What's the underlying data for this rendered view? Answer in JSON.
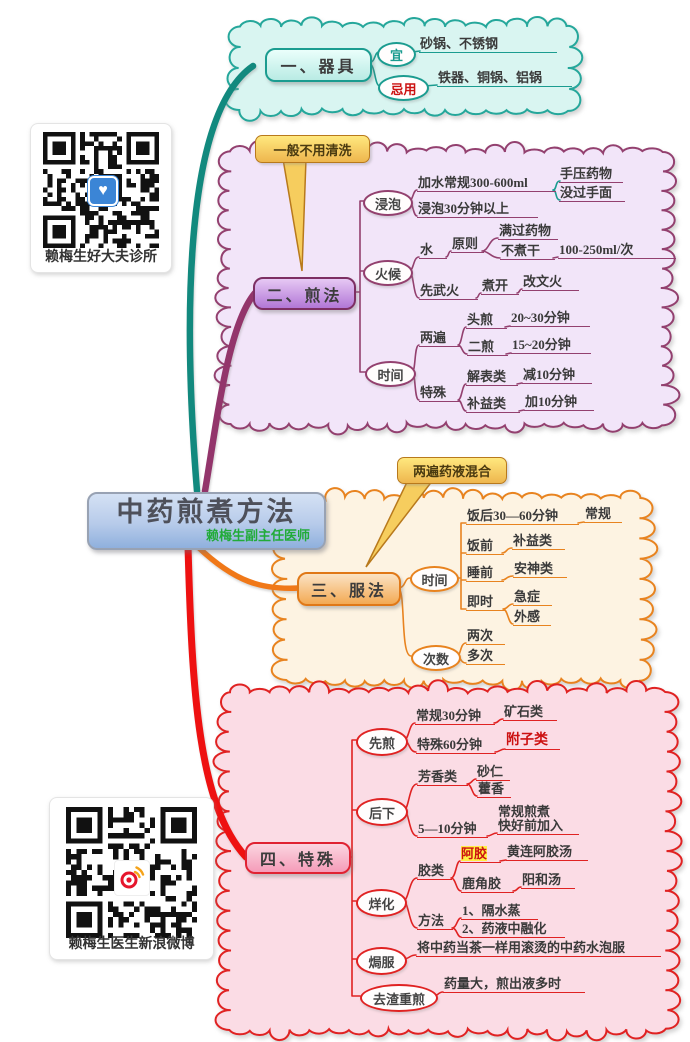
{
  "colors": {
    "branch1_teal": "#1b9c90",
    "branch2_plum": "#93406f",
    "branch3_orange": "#e8831f",
    "branch4_red": "#e02222",
    "callout_yellow": "#f6cd5e",
    "center_blue": "#a9c4e6",
    "subtitle_green": "#21ab39",
    "highlight_red": "#cc1111",
    "highlight_yellow": "#ffef45"
  },
  "center": {
    "title": "中药煎煮方法",
    "subtitle": "赖梅生副主任医师"
  },
  "qr": {
    "top_label": "赖梅生好大夫诊所",
    "top_icon": "haodf-heart-icon",
    "bottom_label": "赖梅生医生新浪微博",
    "bottom_icon": "weibo-icon"
  },
  "callouts": {
    "no_wash": "一般不用清洗",
    "mix": "两遍药液混合"
  },
  "b1": {
    "title": "一、器具",
    "suit": "宜",
    "suit_items": "砂锅、不锈钢",
    "avoid": "忌用",
    "avoid_items": "铁器、铜锅、铝锅"
  },
  "b2": {
    "title": "二、煎法",
    "soak": "浸泡",
    "soak_water": "加水常规300-600ml",
    "press": "手压药物",
    "cover_hand": "没过手面",
    "soak_time": "浸泡30分钟以上",
    "fire": "火候",
    "water": "水",
    "principle": "原则",
    "cover_med": "满过药物",
    "no_dry": "不煮干",
    "per_dose": "100-250ml/次",
    "strong_first": "先武火",
    "boil": "煮开",
    "then_gentle": "改文火",
    "time": "时间",
    "twice": "两遍",
    "first_decoct": "头煎",
    "first_time": "20~30分钟",
    "second_decoct": "二煎",
    "second_time": "15~20分钟",
    "special": "特殊",
    "relieve": "解表类",
    "minus10": "减10分钟",
    "tonic": "补益类",
    "plus10": "加10分钟"
  },
  "b3": {
    "title": "三、服法",
    "time": "时间",
    "after_meal": "饭后30—60分钟",
    "regular": "常规",
    "before_meal": "饭前",
    "tonic": "补益类",
    "bedtime": "睡前",
    "sedative": "安神类",
    "immediate": "即时",
    "acute": "急症",
    "exogenous": "外感",
    "count": "次数",
    "twice": "两次",
    "multi": "多次"
  },
  "b4": {
    "title": "四、特殊",
    "pre_decoct": "先煎",
    "regular30": "常规30分钟",
    "minerals": "矿石类",
    "special60": "特殊60分钟",
    "aconite": "附子类",
    "add_late": "后下",
    "aromatic": "芳香类",
    "sharen": "砂仁",
    "huoxiang": "藿香",
    "min5_10": "5—10分钟",
    "regular_decoct": "常规煎煮",
    "add_near_end": "快好前加入",
    "melt": "烊化",
    "gels": "胶类",
    "ejiao": "阿胶",
    "ejiao_soup": "黄连阿胶汤",
    "deer_gel": "鹿角胶",
    "yanghe_soup": "阳和汤",
    "method": "方法",
    "steam": "1、隔水蒸",
    "dissolve": "2、药液中融化",
    "brew": "焗服",
    "brew_desc": "将中药当茶一样用滚烫的中药水泡服",
    "redecoct": "去渣重煎",
    "redecoct_desc": "药量大，煎出液多时"
  }
}
